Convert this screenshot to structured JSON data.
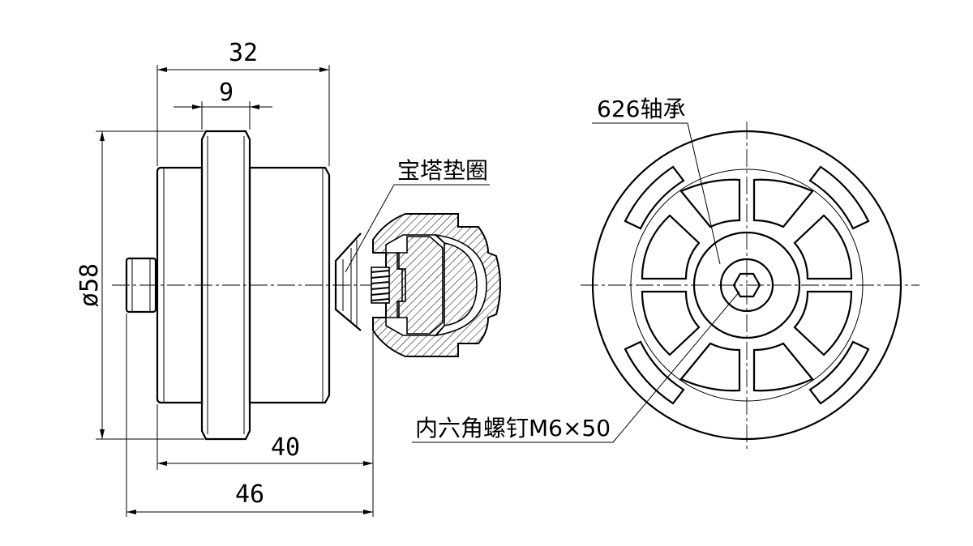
{
  "dimensions": {
    "width_32": "32",
    "width_9": "9",
    "width_40": "40",
    "width_46": "46",
    "diameter_58": "ø58"
  },
  "callouts": {
    "tower_washer": "宝塔垫圈",
    "bearing_626": "626轴承",
    "hex_screw": "内六角螺钉M6×50"
  }
}
